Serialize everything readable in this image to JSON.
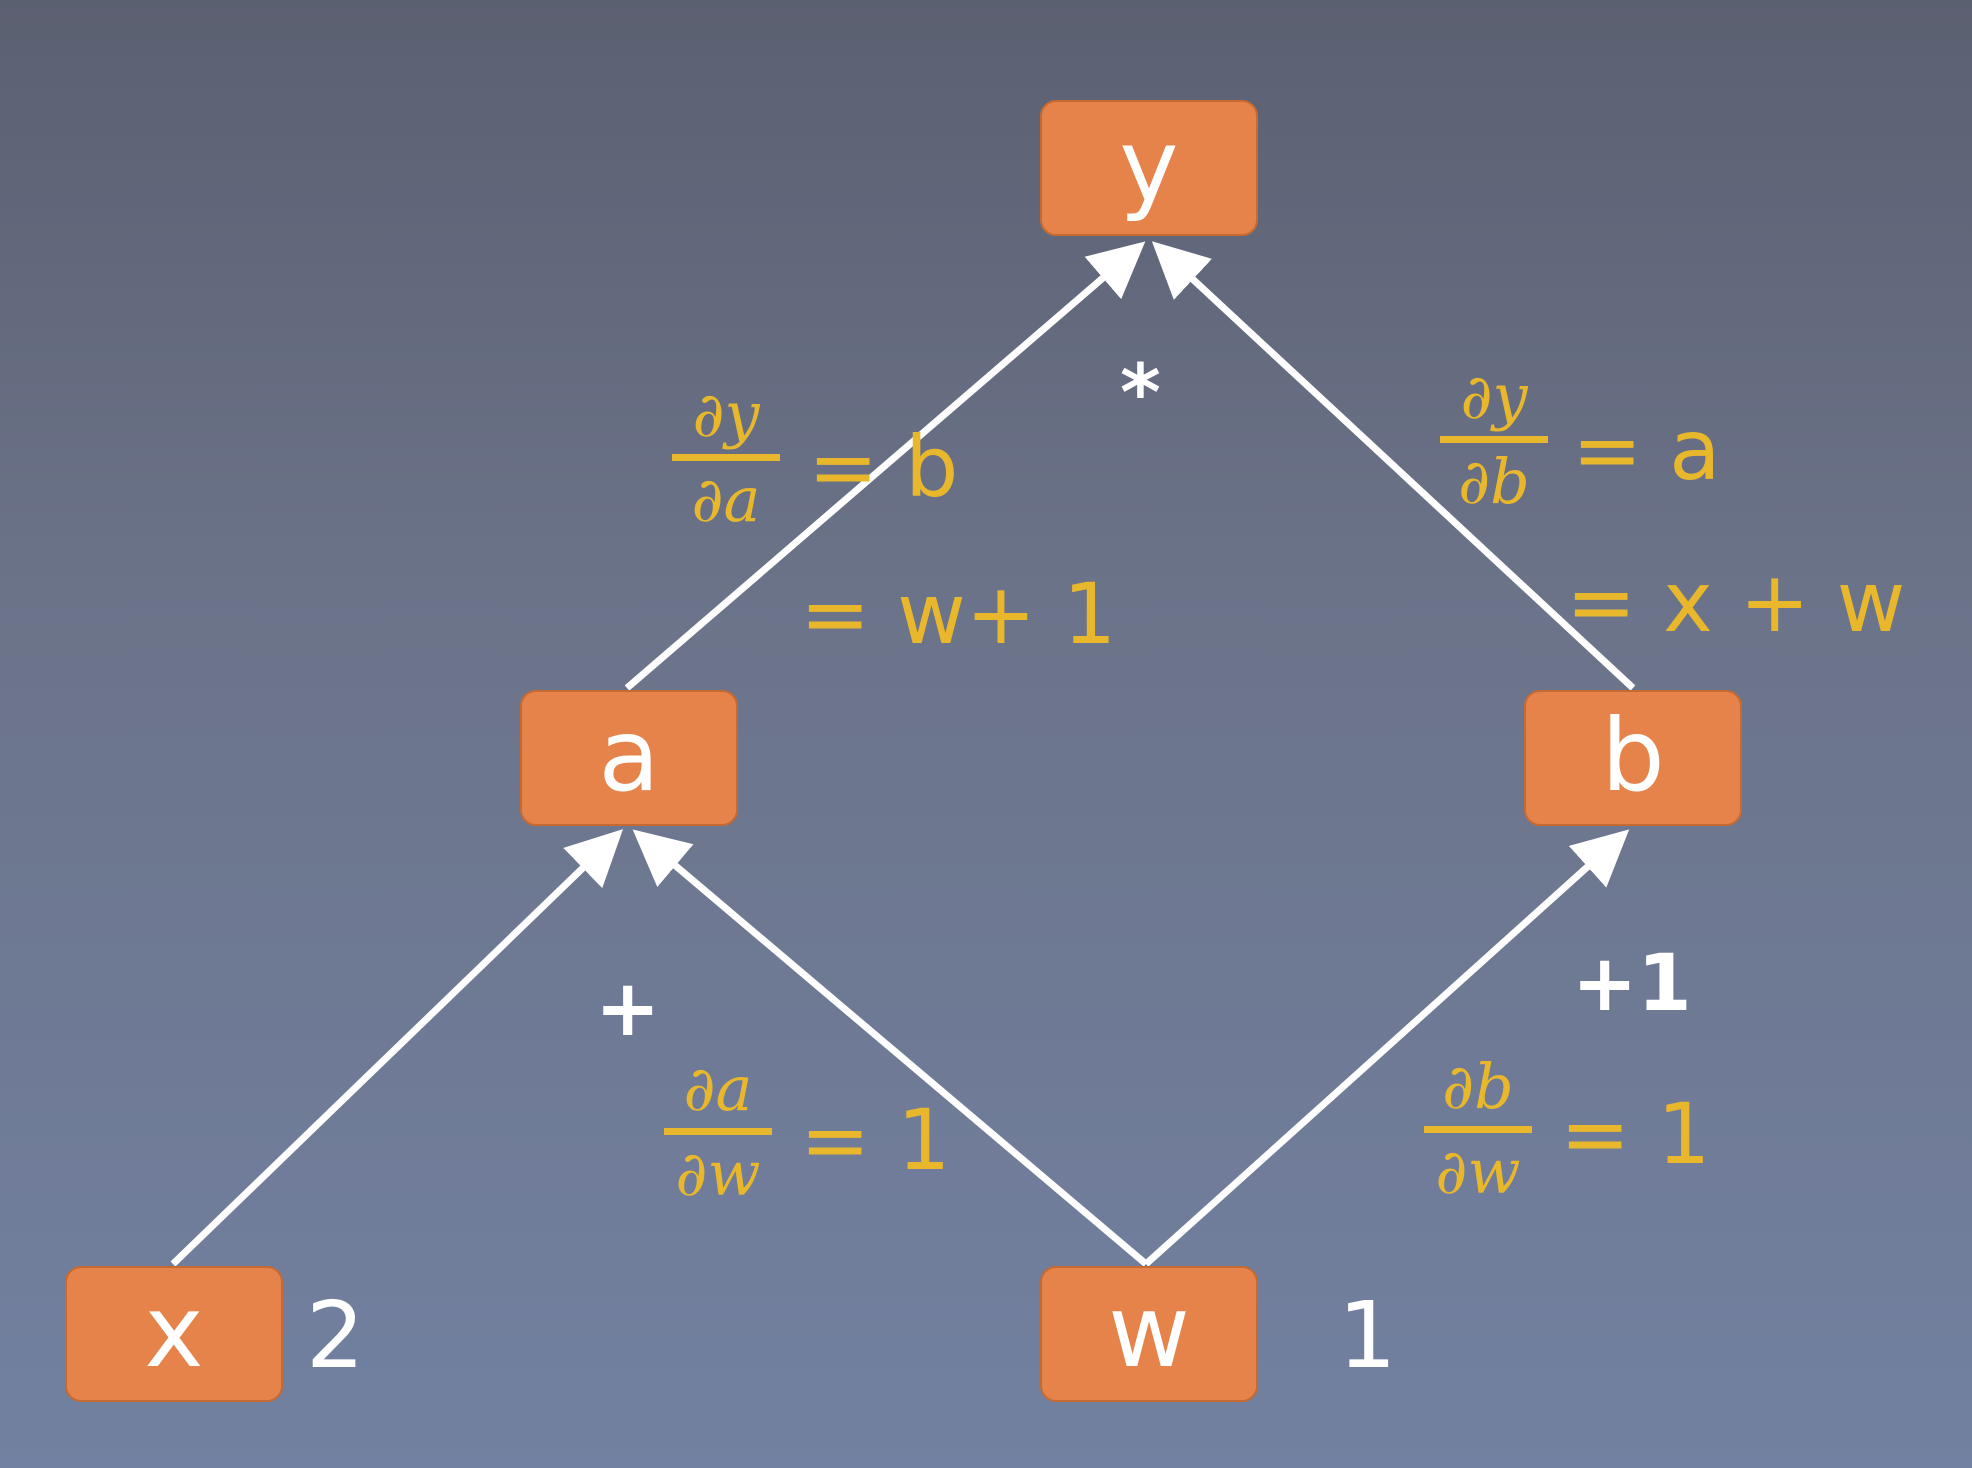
{
  "nodes": {
    "y": "y",
    "a": "a",
    "b": "b",
    "x": "x",
    "w": "w"
  },
  "operators": {
    "multiply": "*",
    "plus": "+",
    "plus_one": "+1"
  },
  "inputs": {
    "x_value": "2",
    "w_value": "1"
  },
  "gradients": {
    "dy_da": {
      "numerator": "∂y",
      "denominator": "∂a",
      "equals": "= b",
      "expansion": "= w+ 1"
    },
    "dy_db": {
      "numerator": "∂y",
      "denominator": "∂b",
      "equals": "= a",
      "expansion": "= x + w"
    },
    "da_dw": {
      "numerator": "∂a",
      "denominator": "∂w",
      "equals": "= 1"
    },
    "db_dw": {
      "numerator": "∂b",
      "denominator": "∂w",
      "equals": "= 1"
    }
  },
  "colors": {
    "node_fill": "#e5834a",
    "gradient_text": "#e8b72c",
    "edge": "#ffffff"
  }
}
